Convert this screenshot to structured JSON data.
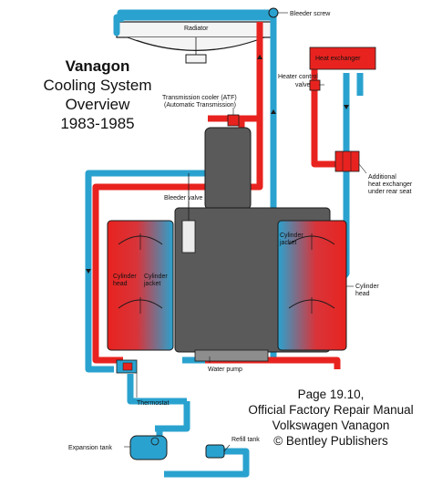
{
  "title": {
    "line1": "Vanagon",
    "line2": "Cooling System",
    "line3": "Overview",
    "line4": "1983-1985"
  },
  "credit": {
    "line1": "Page 19.10,",
    "line2": "Official Factory Repair Manual",
    "line3": "Volkswagen Vanagon",
    "line4": "© Bentley Publishers"
  },
  "labels": {
    "radiator": "Radiator",
    "bleeder_screw": "Bleeder screw",
    "heat_exchanger": "Heat exchanger",
    "heater_control_valve_1": "Heater control",
    "heater_control_valve_2": "valve",
    "transmission_cooler_1": "Transmission cooler (ATF)",
    "transmission_cooler_2": "(Automatic Transmission)",
    "additional_hx_1": "Additional",
    "additional_hx_2": "heat exchanger",
    "additional_hx_3": "under rear seat",
    "bleeder_valve": "Bleeder valve",
    "cyl_jacket_right_1": "Cylinder",
    "cyl_jacket_right_2": "jacket",
    "cyl_head_left_1": "Cylinder",
    "cyl_head_left_2": "head",
    "cyl_jacket_left_1": "Cylinder",
    "cyl_jacket_left_2": "jacket",
    "cyl_head_right_1": "Cylinder",
    "cyl_head_right_2": "head",
    "water_pump": "Water pump",
    "thermostat": "Thermostat",
    "expansion_tank": "Expansion tank",
    "refill_tank": "Refill tank"
  },
  "colors": {
    "hot": "#e8231f",
    "cold": "#2aa2cf",
    "engine": "#5a5a5a",
    "outline": "#1a1a1a"
  }
}
